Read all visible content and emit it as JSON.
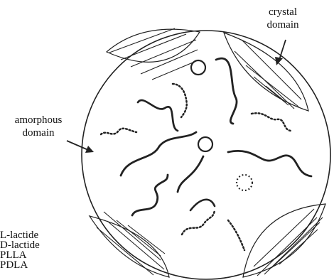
{
  "labels": {
    "crystal_line1": "crystal",
    "crystal_line2": "domain",
    "amorphous_line1": "amorphous",
    "amorphous_line2": "domain"
  },
  "legend": [
    "L-lactide",
    "D-lactide",
    "PLLA",
    "PDLA"
  ]
}
